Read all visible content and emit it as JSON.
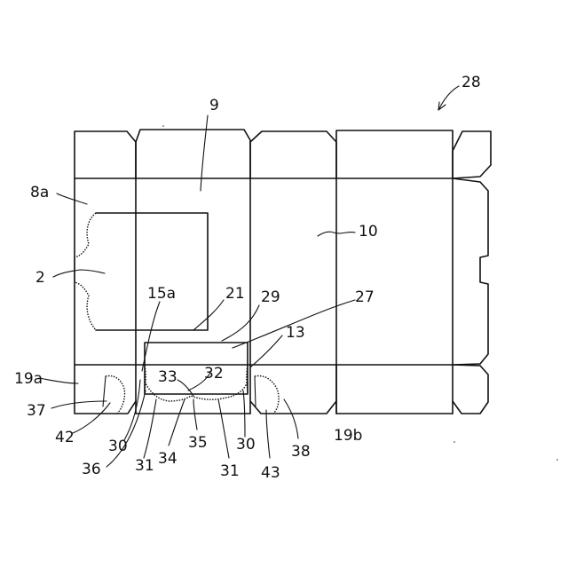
{
  "figure": {
    "labels": {
      "l28": "28",
      "l9": "9",
      "l8a": "8a",
      "l10": "10",
      "l2": "2",
      "l15a": "15a",
      "l21": "21",
      "l29": "29",
      "l27": "27",
      "l13": "13",
      "l19a": "19a",
      "l33": "33",
      "l32": "32",
      "l37": "37",
      "l42": "42",
      "l30a": "30",
      "l31a": "31",
      "l36": "36",
      "l34": "34",
      "l35": "35",
      "l31b": "31",
      "l30b": "30",
      "l43": "43",
      "l38": "38",
      "l19b": "19b"
    }
  }
}
